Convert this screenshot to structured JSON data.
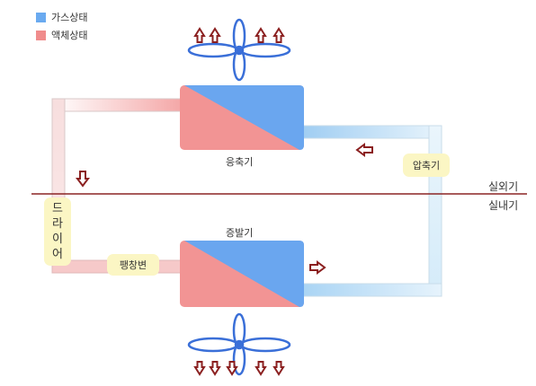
{
  "legend": {
    "gas": {
      "label": "가스상태",
      "color": "#6aaaf0"
    },
    "liquid": {
      "label": "액체상태",
      "color": "#f08c8c"
    }
  },
  "components": {
    "condenser": "응축기",
    "evaporator": "증발기",
    "compressor": "압축기",
    "dryer": [
      "드",
      "라",
      "이",
      "어"
    ],
    "expansion_valve": "팽창변"
  },
  "zones": {
    "outdoor": "실외기",
    "indoor": "실내기"
  },
  "colors": {
    "arrow": "#8b2020",
    "divider": "#8b2525",
    "fan": "#3a6fd8",
    "pipe_hot": "#f5a8a8",
    "pipe_cold": "#a8d2f2",
    "tag_bg": "#fbf6c4"
  }
}
